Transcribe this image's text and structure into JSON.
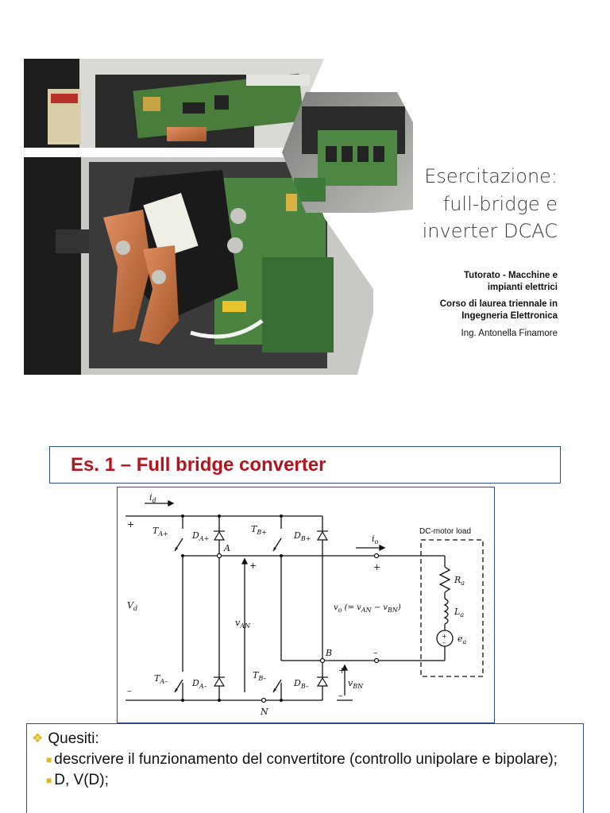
{
  "slide1": {
    "title_lines": [
      "Esercitazione:",
      "full-bridge e",
      "inverter DCAC"
    ],
    "course": "Tutorato - Macchine e impianti elettrici",
    "course_line1": "Tutorato - Macchine e",
    "course_line2": "impianti elettrici",
    "degree_line1": "Corso di laurea triennale in",
    "degree_line2": "Ingegneria Elettronica",
    "author": "Ing. Antonella Finamore"
  },
  "slide2": {
    "title": "Es. 1 – Full bridge converter",
    "circuit": {
      "current_in": "i",
      "current_in_sub": "d",
      "source": "V",
      "source_sub": "d",
      "plus": "+",
      "minus": "–",
      "ta_plus": "T",
      "ta_plus_sub": "A+",
      "da_plus": "D",
      "da_plus_sub": "A+",
      "tb_plus": "T",
      "tb_plus_sub": "B+",
      "db_plus": "D",
      "db_plus_sub": "B+",
      "ta_minus": "T",
      "ta_minus_sub": "A–",
      "da_minus": "D",
      "da_minus_sub": "A–",
      "tb_minus": "T",
      "tb_minus_sub": "B–",
      "db_minus": "D",
      "db_minus_sub": "B–",
      "node_a": "A",
      "node_b": "B",
      "node_n": "N",
      "v_an": "v",
      "v_an_sub": "AN",
      "v_bn": "v",
      "v_bn_sub": "BN",
      "i_o": "i",
      "i_o_sub": "o",
      "v_o_expr": "vₒ (= vₐₙ − vʙₙ)",
      "v_o_text": "v",
      "v_o_sub": "o",
      "v_o_rest": "(= v",
      "v_o_an": "AN",
      "v_o_minus": " − v",
      "v_o_bn": "BN",
      "v_o_close": ")",
      "load_label": "DC-motor load",
      "ra": "R",
      "ra_sub": "a",
      "la": "L",
      "la_sub": "a",
      "ea": "e",
      "ea_sub": "a"
    },
    "questions": {
      "heading": "Quesiti:",
      "item1": "descrivere il funzionamento del convertitore (controllo unipolare e bipolare);",
      "item2_pre": "D, V",
      "item2_paren": "(D);"
    }
  },
  "colors": {
    "title_red": "#b3141e",
    "frame_blue": "#2f4c8a",
    "bullet_gold": "#e5b60e",
    "copper": "#c8703a",
    "pcb_green": "#3f7a3a"
  }
}
